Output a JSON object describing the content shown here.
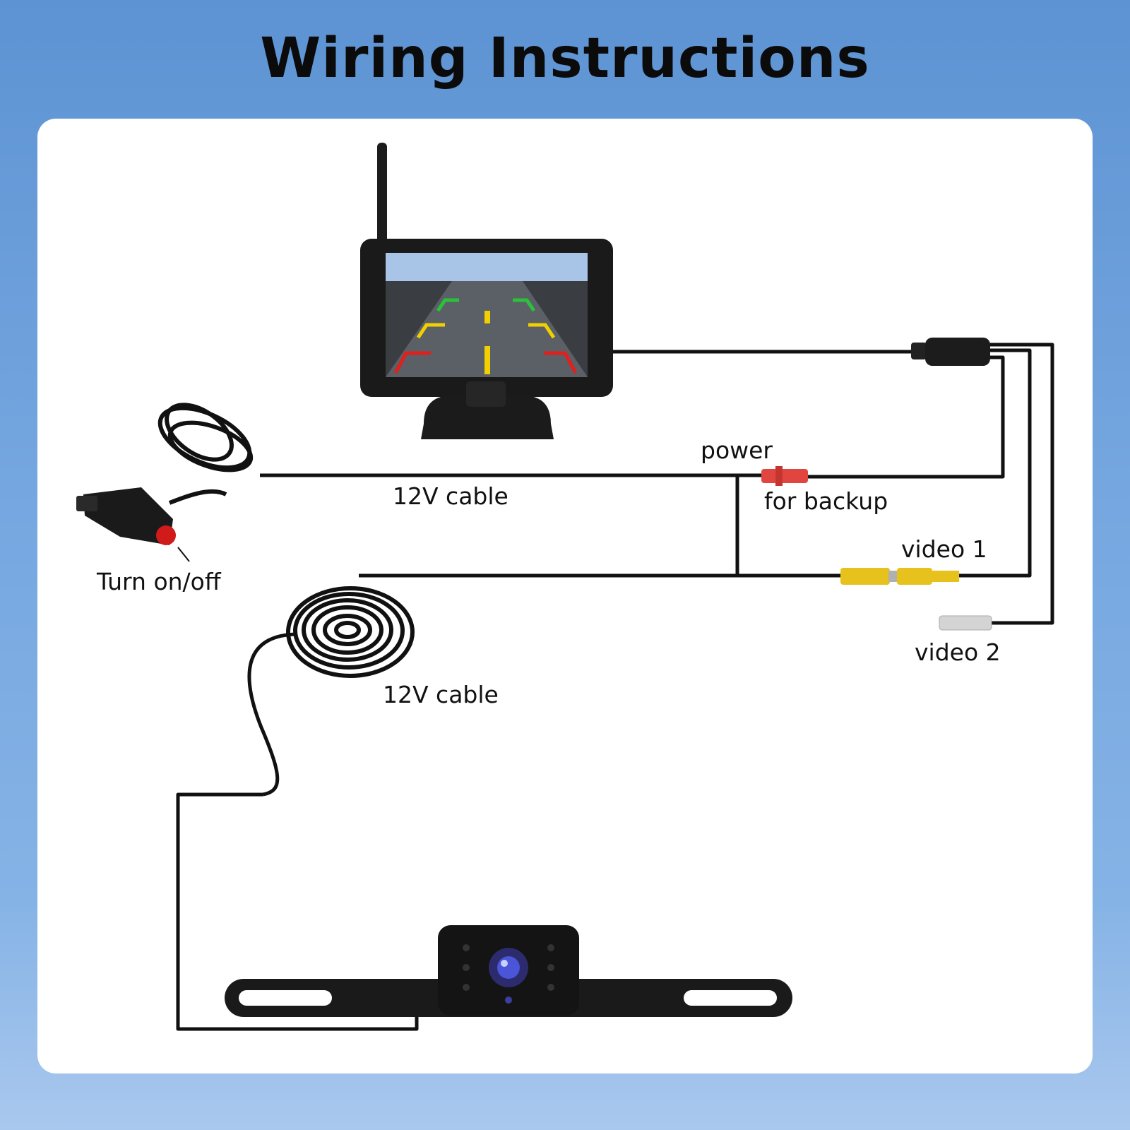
{
  "title": "Wiring Instructions",
  "labels": {
    "power": "power",
    "cable_top": "12V cable",
    "for_backup": "for backup",
    "video1": "video 1",
    "turn_onoff": "Turn on/off",
    "video2": "video 2",
    "cable_bottom": "12V cable"
  },
  "colors": {
    "background": "#6a9edb",
    "card": "#ffffff",
    "wire": "#111111",
    "power_connector": "#e0463f",
    "video1_connector": "#e8c21c",
    "video2_connector": "#d4d4d4",
    "switch": "#d11a1a"
  }
}
